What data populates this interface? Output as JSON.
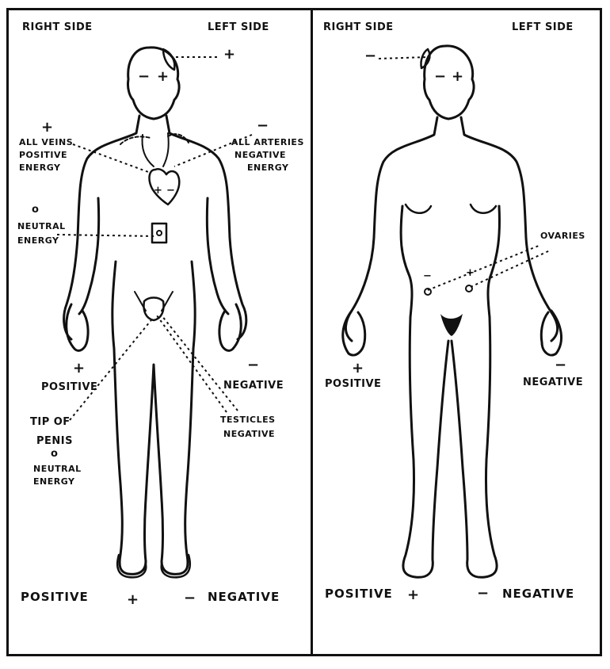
{
  "male_panel": {
    "header_right": "RIGHT SIDE",
    "header_left": "LEFT SIDE",
    "head_plus": "+",
    "face_minus": "−",
    "face_plus": "+",
    "veins_sign": "+",
    "veins_line1": "ALL VEINS",
    "veins_line2": "POSITIVE",
    "veins_line3": "ENERGY",
    "arteries_sign": "−",
    "arteries_line1": "ALL ARTERIES",
    "arteries_line2": "NEGATIVE",
    "arteries_line3": "ENERGY",
    "heart_plus": "+",
    "heart_minus": "−",
    "neutral_sign": "o",
    "neutral_line1": "NEUTRAL",
    "neutral_line2": "ENERGY",
    "right_hand_sign": "+",
    "right_hand_label": "POSITIVE",
    "left_hand_sign": "−",
    "left_hand_label": "NEGATIVE",
    "tip_line1": "TIP OF",
    "tip_line2": "PENIS",
    "tip_sign": "o",
    "tip_line3": "NEUTRAL",
    "tip_line4": "ENERGY",
    "testicles_line1": "TESTICLES",
    "testicles_line2": "NEGATIVE",
    "footer_positive": "POSITIVE",
    "footer_plus": "+",
    "footer_minus": "−",
    "footer_negative": "NEGATIVE"
  },
  "female_panel": {
    "header_right": "RIGHT SIDE",
    "header_left": "LEFT SIDE",
    "head_minus": "−",
    "face_minus": "−",
    "face_plus": "+",
    "ovaries_label": "OVARIES",
    "ovary_minus": "−",
    "ovary_plus": "+",
    "right_hand_sign": "+",
    "right_hand_label": "POSITIVE",
    "left_hand_sign": "−",
    "left_hand_label": "NEGATIVE",
    "footer_positive": "POSITIVE",
    "footer_plus": "+",
    "footer_minus": "−",
    "footer_negative": "NEGATIVE"
  }
}
